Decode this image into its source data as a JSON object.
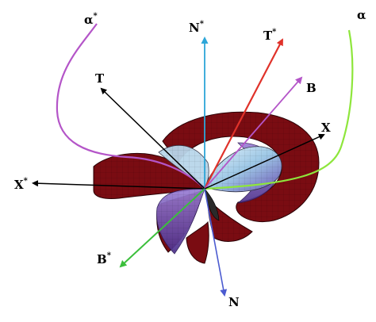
{
  "labels": {
    "alpha_star": {
      "base": "α",
      "sup": "*"
    },
    "alpha": {
      "base": "α",
      "sup": ""
    },
    "n_star": {
      "base": "N",
      "sup": "*"
    },
    "t_star": {
      "base": "T",
      "sup": "*"
    },
    "t": {
      "base": "T",
      "sup": ""
    },
    "b": {
      "base": "B",
      "sup": ""
    },
    "x": {
      "base": "X",
      "sup": ""
    },
    "x_star": {
      "base": "X",
      "sup": "*"
    },
    "b_star": {
      "base": "B",
      "sup": "*"
    },
    "n": {
      "base": "N",
      "sup": ""
    }
  },
  "colors": {
    "alpha_star_curve": "#b455c8",
    "alpha_curve": "#8ee63c",
    "n_star_vector": "#2ea6d8",
    "t_star_vector": "#e0322a",
    "t_vector": "#000000",
    "b_vector": "#b455c8",
    "x_vector": "#000000",
    "x_star_vector": "#000000",
    "b_star_vector": "#3cbf3c",
    "n_vector": "#4b5bd0",
    "surface_dark": "#7a0c12",
    "surface_light_blue": "#c9e3f0",
    "surface_purple": "#7a5ab8"
  }
}
